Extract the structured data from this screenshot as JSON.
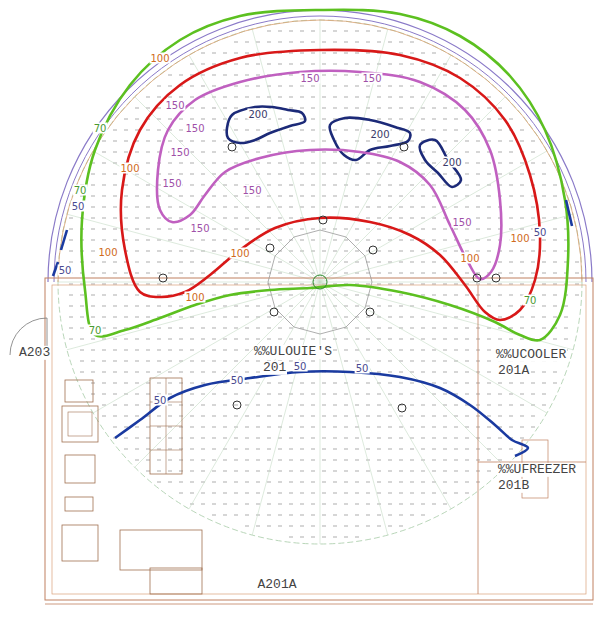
{
  "diagram": {
    "labels": [
      "200",
      "200",
      "200",
      "150",
      "150",
      "150",
      "150",
      "150",
      "150",
      "150",
      "150",
      "150",
      "100",
      "100",
      "100",
      "100",
      "100",
      "100",
      "100",
      "70",
      "70",
      "70",
      "70",
      "50",
      "50",
      "50",
      "50",
      "50",
      "50",
      "50",
      "A203",
      "%%ULOUIE'S",
      "201",
      "%%UCOOLER",
      "201A",
      "%%UFREEZER",
      "201B",
      "A201A"
    ]
  }
}
